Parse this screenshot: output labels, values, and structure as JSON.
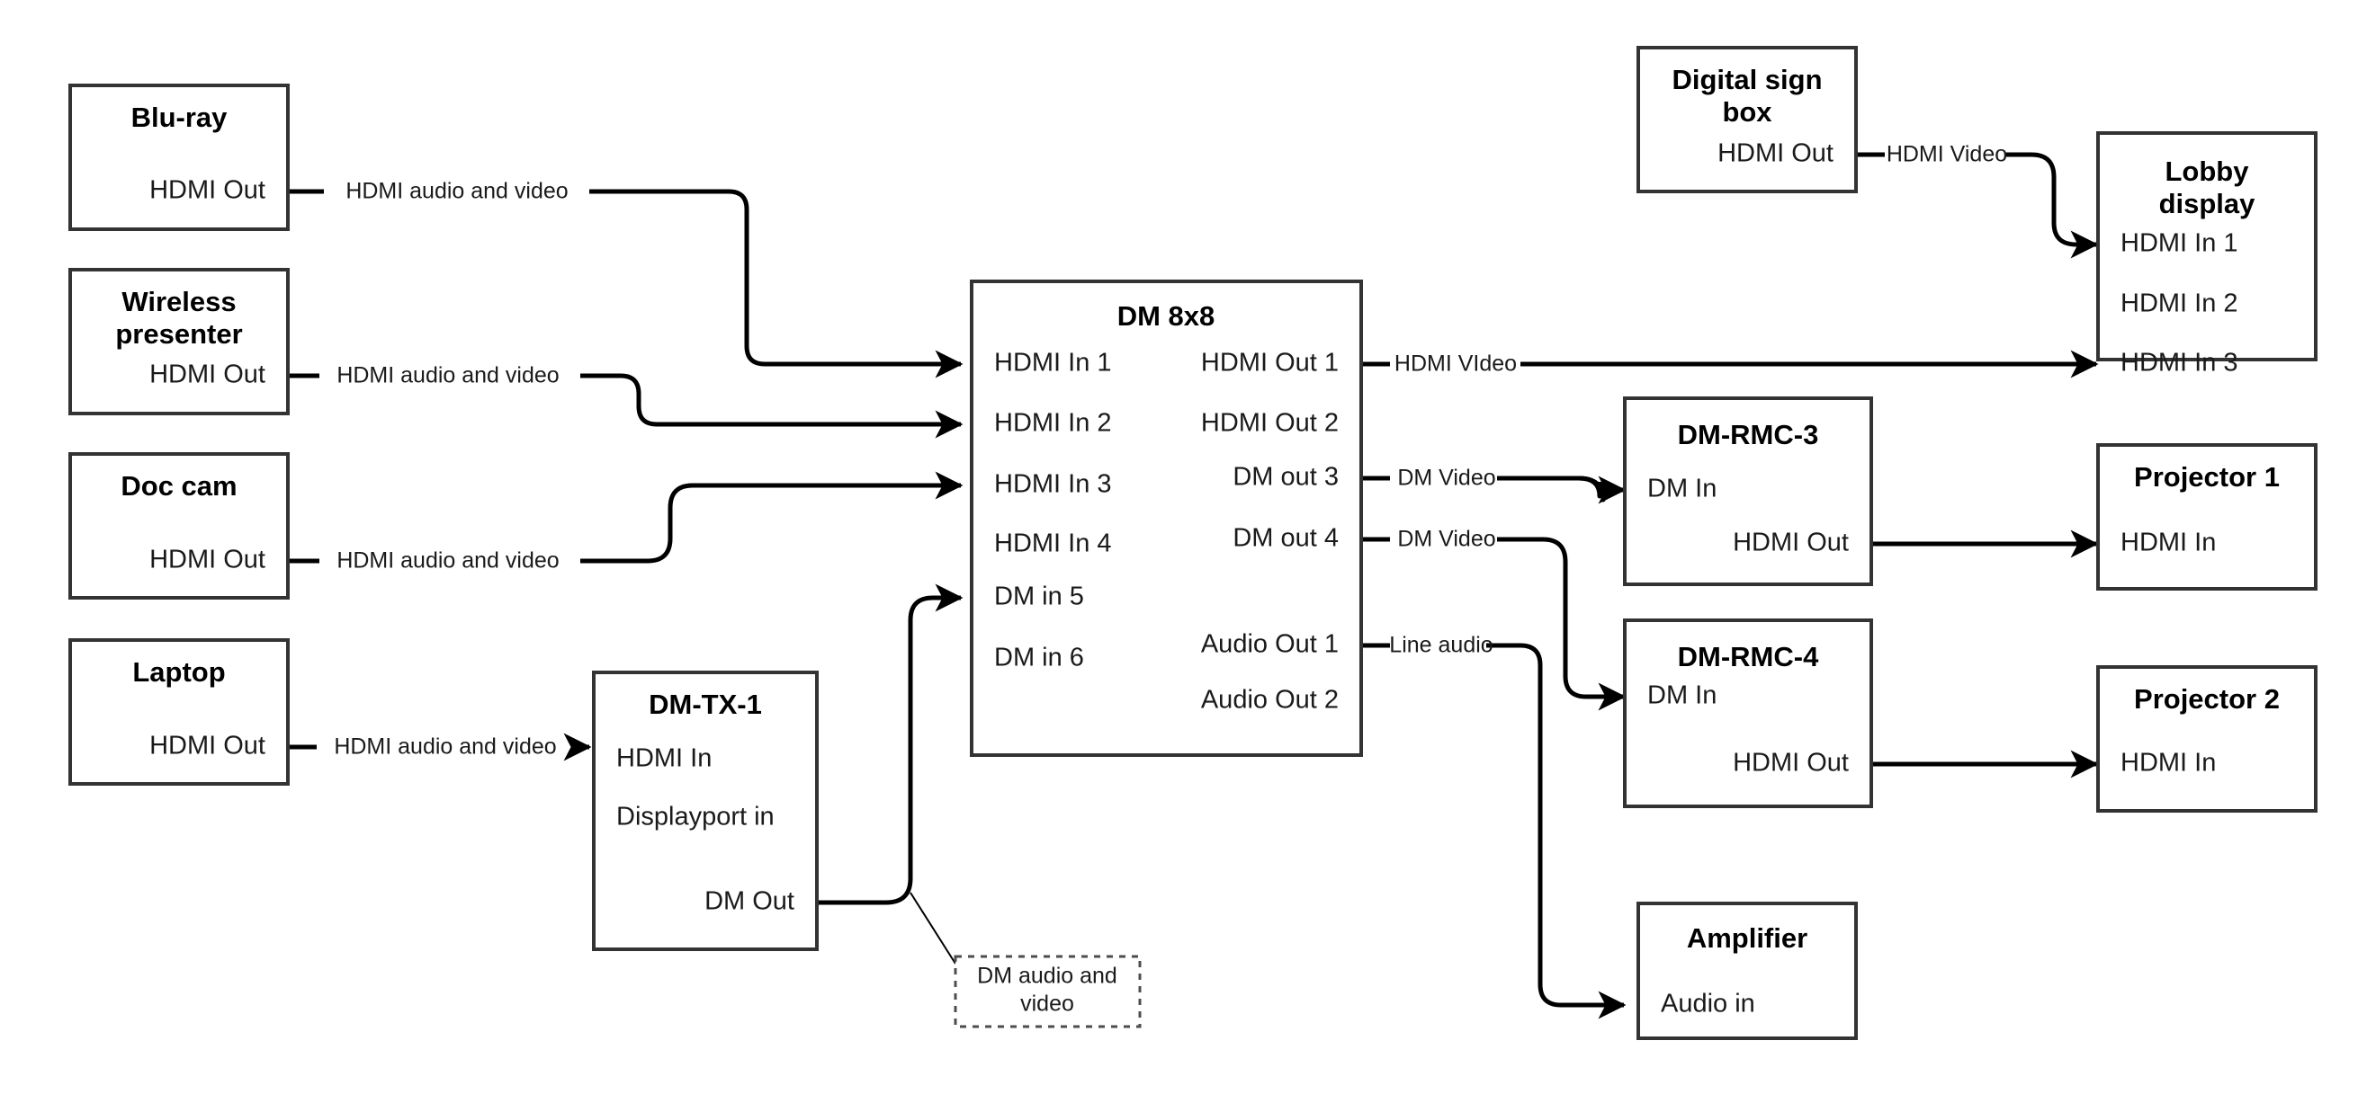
{
  "diagram": {
    "type": "av-signal-flow",
    "nodes": [
      {
        "id": "bluray",
        "title": "Blu-ray",
        "title_lines": [
          "Blu-ray"
        ],
        "ports_left": [],
        "ports_right": [
          "HDMI Out"
        ]
      },
      {
        "id": "wireless",
        "title": "Wireless presenter",
        "title_lines": [
          "Wireless",
          "presenter"
        ],
        "ports_left": [],
        "ports_right": [
          "HDMI Out"
        ]
      },
      {
        "id": "doccam",
        "title": "Doc cam",
        "title_lines": [
          "Doc cam"
        ],
        "ports_left": [],
        "ports_right": [
          "HDMI Out"
        ]
      },
      {
        "id": "laptop",
        "title": "Laptop",
        "title_lines": [
          "Laptop"
        ],
        "ports_left": [],
        "ports_right": [
          "HDMI Out"
        ]
      },
      {
        "id": "dmtx1",
        "title": "DM-TX-1",
        "title_lines": [
          "DM-TX-1"
        ],
        "ports_left": [
          "HDMI In",
          "Displayport in"
        ],
        "ports_right": [
          "DM Out"
        ]
      },
      {
        "id": "dm8x8",
        "title": "DM 8x8",
        "title_lines": [
          "DM 8x8"
        ],
        "ports_left": [
          "HDMI In 1",
          "HDMI In 2",
          "HDMI In 3",
          "HDMI In 4",
          "DM in 5",
          "DM in 6"
        ],
        "ports_right": [
          "HDMI Out 1",
          "HDMI Out 2",
          "DM out 3",
          "DM out 4",
          "Audio Out 1",
          "Audio Out 2"
        ]
      },
      {
        "id": "signbox",
        "title": "Digital sign box",
        "title_lines": [
          "Digital sign",
          "box"
        ],
        "ports_left": [],
        "ports_right": [
          "HDMI Out"
        ]
      },
      {
        "id": "lobby",
        "title": "Lobby display",
        "title_lines": [
          "Lobby",
          "display"
        ],
        "ports_left": [
          "HDMI In 1",
          "HDMI In 2",
          "HDMI In 3"
        ],
        "ports_right": []
      },
      {
        "id": "dmrmc3",
        "title": "DM-RMC-3",
        "title_lines": [
          "DM-RMC-3"
        ],
        "ports_left": [
          "DM In"
        ],
        "ports_right": [
          "HDMI Out"
        ]
      },
      {
        "id": "dmrmc4",
        "title": "DM-RMC-4",
        "title_lines": [
          "DM-RMC-4"
        ],
        "ports_left": [
          "DM In"
        ],
        "ports_right": [
          "HDMI Out"
        ]
      },
      {
        "id": "projector1",
        "title": "Projector 1",
        "title_lines": [
          "Projector 1"
        ],
        "ports_left": [
          "HDMI In"
        ],
        "ports_right": []
      },
      {
        "id": "projector2",
        "title": "Projector 2",
        "title_lines": [
          "Projector 2"
        ],
        "ports_left": [
          "HDMI In"
        ],
        "ports_right": []
      },
      {
        "id": "amplifier",
        "title": "Amplifier",
        "title_lines": [
          "Amplifier"
        ],
        "ports_left": [
          "Audio in"
        ],
        "ports_right": []
      }
    ],
    "callouts": [
      {
        "id": "dm-av-callout",
        "lines": [
          "DM audio and",
          "video"
        ]
      }
    ],
    "connections": [
      {
        "id": "bluray-to-dm",
        "label": "HDMI audio and video",
        "from": "bluray",
        "from_port": "HDMI Out",
        "to": "dm8x8",
        "to_port": "HDMI In 1"
      },
      {
        "id": "wireless-to-dm",
        "label": "HDMI audio and video",
        "from": "wireless",
        "from_port": "HDMI Out",
        "to": "dm8x8",
        "to_port": "HDMI In 2"
      },
      {
        "id": "doccam-to-dm",
        "label": "HDMI audio and video",
        "from": "doccam",
        "from_port": "HDMI Out",
        "to": "dm8x8",
        "to_port": "HDMI In 3"
      },
      {
        "id": "laptop-to-tx",
        "label": "HDMI audio and video",
        "from": "laptop",
        "from_port": "HDMI Out",
        "to": "dmtx1",
        "to_port": "HDMI In"
      },
      {
        "id": "tx-to-dm",
        "label": "",
        "from": "dmtx1",
        "from_port": "DM Out",
        "to": "dm8x8",
        "to_port": "DM in 5"
      },
      {
        "id": "dm-out1-to-lobby",
        "label": "HDMI VIdeo",
        "from": "dm8x8",
        "from_port": "HDMI Out 1",
        "to": "lobby",
        "to_port": "HDMI In 3"
      },
      {
        "id": "sign-to-lobby",
        "label": "HDMI Video",
        "from": "signbox",
        "from_port": "HDMI Out",
        "to": "lobby",
        "to_port": "HDMI In 1"
      },
      {
        "id": "dm-out3-to-rmc3",
        "label": "DM Video",
        "from": "dm8x8",
        "from_port": "DM out 3",
        "to": "dmrmc3",
        "to_port": "DM In"
      },
      {
        "id": "dm-out4-to-rmc4",
        "label": "DM Video",
        "from": "dm8x8",
        "from_port": "DM out 4",
        "to": "dmrmc4",
        "to_port": "DM In"
      },
      {
        "id": "audio1-to-amp",
        "label": "Line audio",
        "from": "dm8x8",
        "from_port": "Audio Out 1",
        "to": "amplifier",
        "to_port": "Audio in"
      },
      {
        "id": "rmc3-to-proj1",
        "label": "",
        "from": "dmrmc3",
        "from_port": "HDMI Out",
        "to": "projector1",
        "to_port": "HDMI In"
      },
      {
        "id": "rmc4-to-proj2",
        "label": "",
        "from": "dmrmc4",
        "from_port": "HDMI Out",
        "to": "projector2",
        "to_port": "HDMI In"
      }
    ],
    "colors": {
      "box_border": "#333333",
      "wire": "#000000",
      "text": "#1a1a1a",
      "background": "#ffffff",
      "callout_border": "#4d4d4d"
    }
  }
}
